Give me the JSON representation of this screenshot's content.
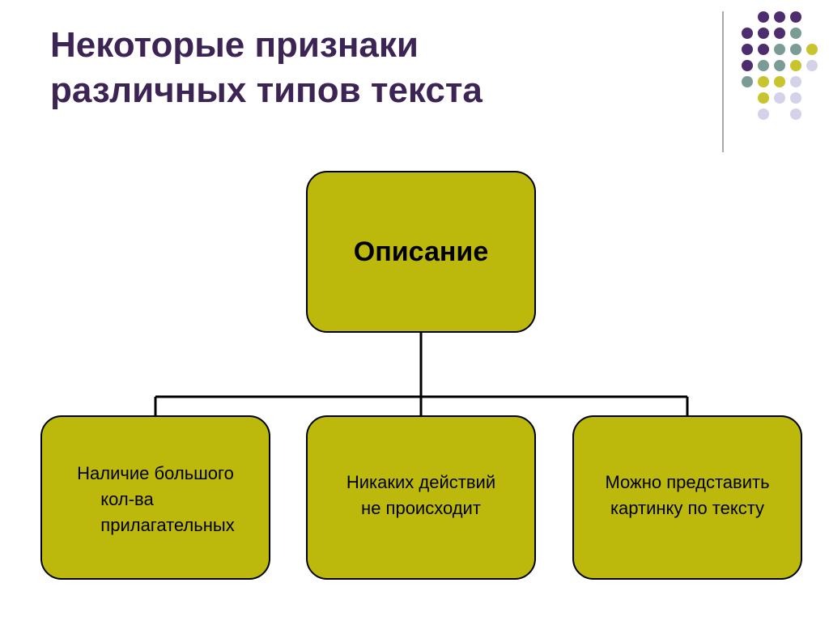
{
  "title": {
    "line1": "Некоторые признаки",
    "line2": "различных типов текста"
  },
  "colors": {
    "title": "#3c2454",
    "box_fill": "#bcb80c",
    "box_border": "#000000",
    "dot_purple": "#4e2d6e",
    "dot_teal": "#7a9c95",
    "dot_olive": "#c8c42e",
    "dot_lavender": "#d4d2e8"
  },
  "diagram": {
    "root": {
      "label": "Описание"
    },
    "children": [
      {
        "lines": [
          "Наличие большого",
          "кол-ва",
          "прилагательных"
        ]
      },
      {
        "lines": [
          "Никаких действий",
          "не происходит"
        ]
      },
      {
        "lines": [
          "Можно представить",
          "картинку по тексту"
        ]
      }
    ]
  }
}
